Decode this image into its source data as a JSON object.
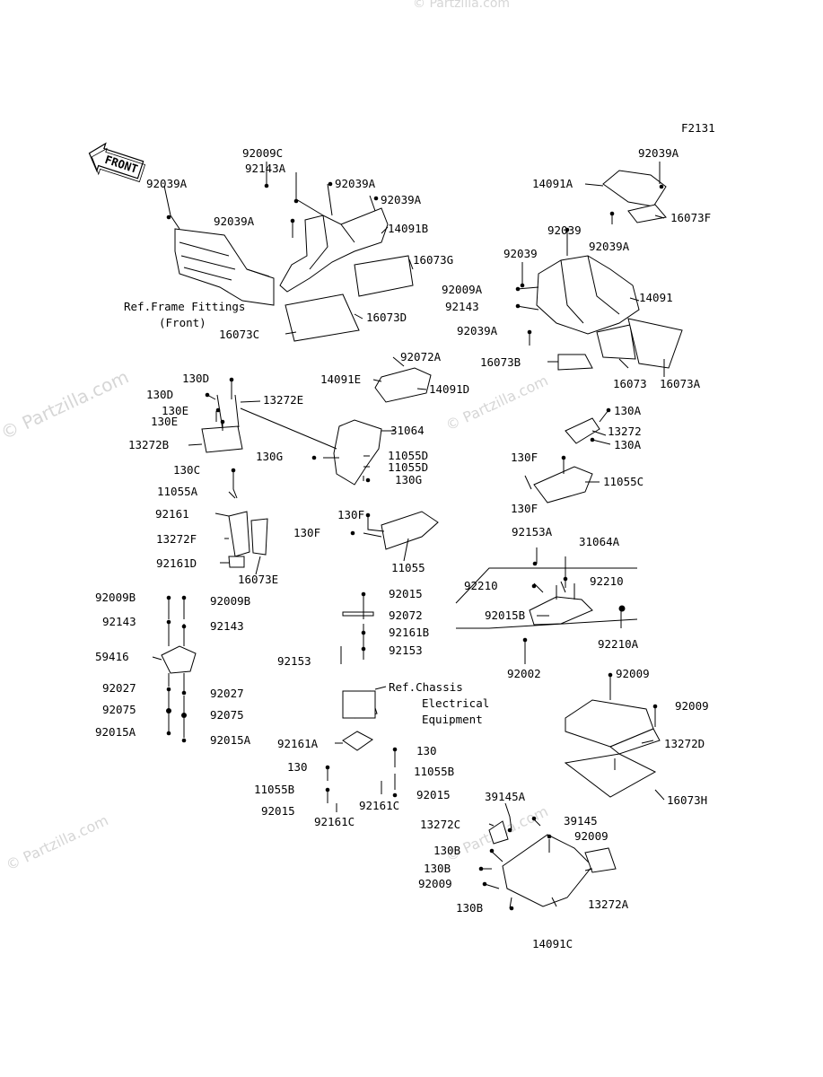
{
  "figure_code": "F2131",
  "front_label": "FRONT",
  "watermarks": [
    "© Partzilla.com",
    "© Partzilla.com",
    "© Partzilla.com",
    "© Partzilla.com",
    "© Partzilla.com"
  ],
  "notes": {
    "frame_1": "Ref.Frame Fittings",
    "frame_2": "(Front)",
    "chassis_1": "Ref.Chassis",
    "chassis_2": "Electrical",
    "chassis_3": "Equipment"
  },
  "labels": [
    "92009C",
    "92143A",
    "92039A",
    "92039A",
    "92039A",
    "14091B",
    "92039A",
    "16073G",
    "16073D",
    "16073C",
    "92039A",
    "14091A",
    "16073F",
    "92039A",
    "92039",
    "92039",
    "92009A",
    "14091",
    "92143",
    "92039A",
    "16073B",
    "16073",
    "16073A",
    "92072A",
    "14091E",
    "14091D",
    "130D",
    "130D",
    "13272E",
    "130E",
    "130E",
    "13272B",
    "31064",
    "11055D",
    "11055D",
    "130G",
    "130G",
    "130C",
    "11055A",
    "92161",
    "130F",
    "130F",
    "11055",
    "13272F",
    "92161D",
    "16073E",
    "130A",
    "13272",
    "130A",
    "130F",
    "11055C",
    "130F",
    "92153A",
    "31064A",
    "92210",
    "92210",
    "92015B",
    "92210A",
    "92002",
    "92009B",
    "92009B",
    "92143",
    "92143",
    "59416",
    "92027",
    "92027",
    "92075",
    "92075",
    "92015A",
    "92015A",
    "92015",
    "92072",
    "92161B",
    "92153",
    "92153",
    "92009",
    "92009",
    "13272D",
    "16073H",
    "92161A",
    "130",
    "130",
    "11055B",
    "11055B",
    "92015",
    "92015",
    "92161C",
    "92161C",
    "39145A",
    "39145",
    "13272C",
    "92009",
    "130B",
    "130B",
    "92009",
    "13272A",
    "130B",
    "14091C"
  ]
}
